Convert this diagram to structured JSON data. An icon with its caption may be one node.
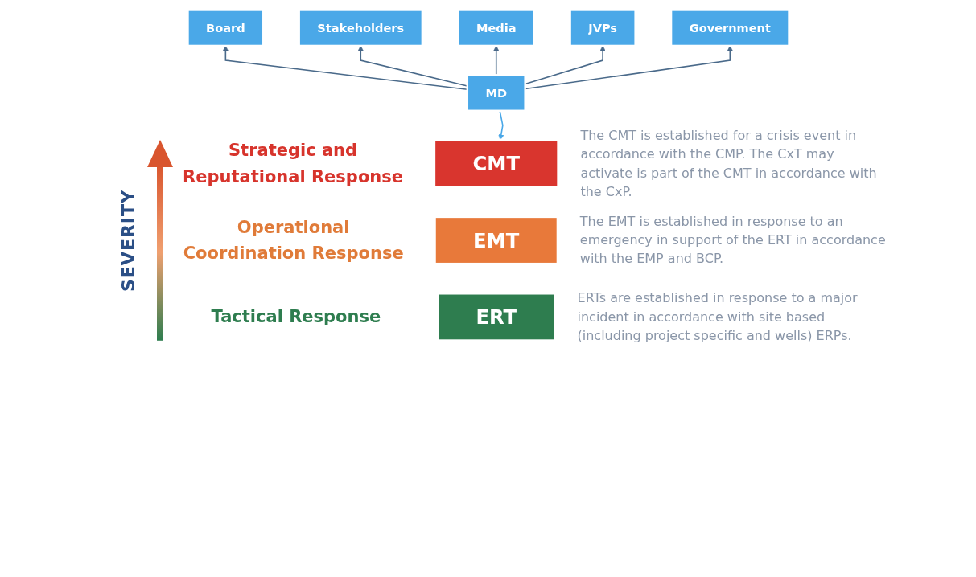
{
  "diagram": {
    "nodes": [
      {
        "text": [
          "Board"
        ]
      },
      {
        "text": [
          "Stakeholders"
        ]
      },
      {
        "text": [
          "Media"
        ]
      },
      {
        "text": [
          "JVPs"
        ]
      },
      {
        "text": [
          "Government"
        ]
      },
      {
        "text": [
          "MD"
        ]
      },
      {
        "text": [
          "CMT"
        ],
        "beside": [
          "Strategic and Reputational Response",
          "The CMT is established for a crisis event in accordance with the CMP. The CxT may activate is part of the CMT in accordance with the CxP."
        ]
      },
      {
        "text": [
          "EMT"
        ],
        "beside": [
          "Operational Coordination Response",
          "The EMT is established in response to an emergency in support of the ERT in accordance with the EMP and BCP."
        ]
      },
      {
        "text": [
          "ERT"
        ],
        "beside": [
          "Tactical Response",
          "ERTs are established in response to a major incident in accordance with site based (including project specific and wells) ERPs."
        ]
      }
    ],
    "edges": [
      {
        "from": 5,
        "to": 0,
        "arrow": "to"
      },
      {
        "from": 5,
        "to": 1,
        "arrow": "to"
      },
      {
        "from": 5,
        "to": 2,
        "arrow": "to"
      },
      {
        "from": 5,
        "to": 3,
        "arrow": "to"
      },
      {
        "from": 5,
        "to": 4,
        "arrow": "to"
      },
      {
        "from": 5,
        "to": 6,
        "arrow": "to",
        "color": "#4aa8e8"
      }
    ],
    "labels": [
      "SEVERITY"
    ]
  }
}
